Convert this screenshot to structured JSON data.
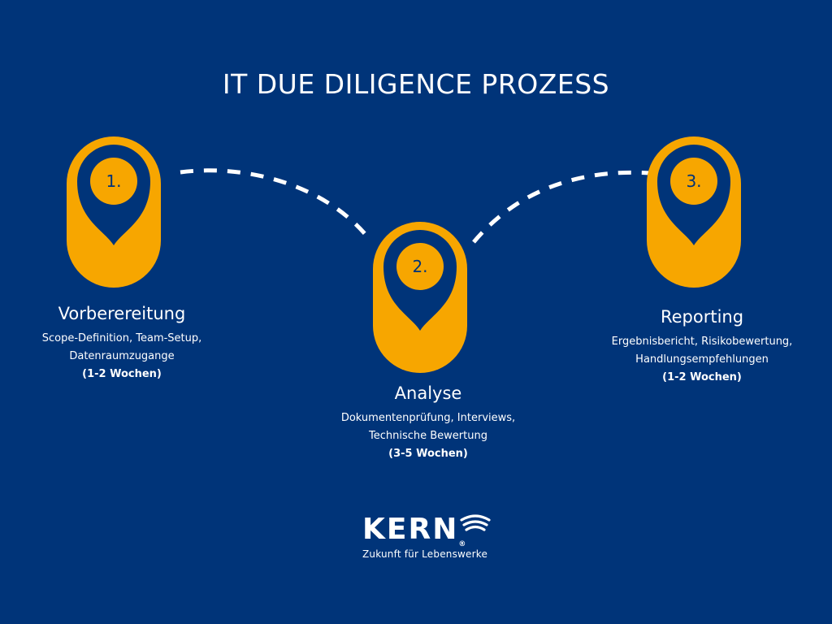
{
  "title": "IT DUE DILIGENCE PROZESS",
  "colors": {
    "background": "#003479",
    "accent": "#F7A600",
    "text": "#FFFFFF"
  },
  "steps": [
    {
      "number": "1.",
      "title": "Vorberereitung",
      "desc_line1": "Scope-Definition, Team-Setup,",
      "desc_line2": "Datenraumzugange",
      "duration": "(1-2 Wochen)",
      "icon": "map-pin-icon"
    },
    {
      "number": "2.",
      "title": "Analyse",
      "desc_line1": "Dokumentenprüfung, Interviews,",
      "desc_line2": "Technische Bewertung",
      "duration": "(3-5 Wochen)",
      "icon": "map-pin-icon"
    },
    {
      "number": "3.",
      "title": "Reporting",
      "desc_line1": "Ergebnisbericht, Risikobewertung,",
      "desc_line2": "Handlungsempfehlungen",
      "duration": "(1-2 Wochen)",
      "icon": "map-pin-icon"
    }
  ],
  "logo": {
    "wordmark": "KERN",
    "registered": "®",
    "tagline": "Zukunft für Lebenswerke"
  }
}
